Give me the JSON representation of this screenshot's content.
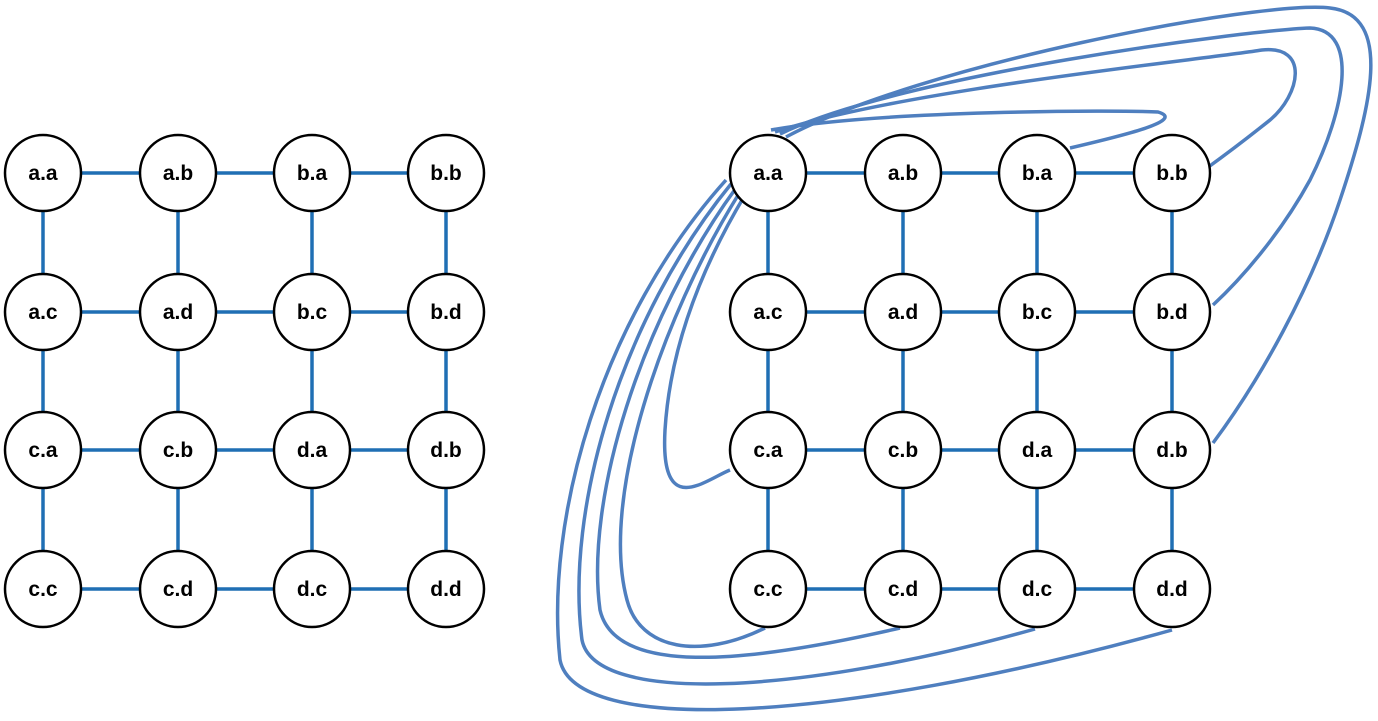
{
  "colors": {
    "grid_edge": "#1f6fb4",
    "wrap_edge": "#4f7fbf",
    "node_fill": "#ffffff",
    "node_stroke": "#000000"
  },
  "graphs": [
    {
      "id": "mesh",
      "rows": [
        [
          "a.a",
          "a.b",
          "b.a",
          "b.b"
        ],
        [
          "a.c",
          "a.d",
          "b.c",
          "b.d"
        ],
        [
          "c.a",
          "c.b",
          "d.a",
          "d.b"
        ],
        [
          "c.c",
          "c.d",
          "d.c",
          "d.d"
        ]
      ],
      "extra_edges": []
    },
    {
      "id": "mesh-with-long-links",
      "rows": [
        [
          "a.a",
          "a.b",
          "b.a",
          "b.b"
        ],
        [
          "a.c",
          "a.d",
          "b.c",
          "b.d"
        ],
        [
          "c.a",
          "c.b",
          "d.a",
          "d.b"
        ],
        [
          "c.c",
          "c.d",
          "d.c",
          "d.d"
        ]
      ],
      "extra_edges": [
        [
          "a.a",
          "b.a"
        ],
        [
          "a.a",
          "b.b"
        ],
        [
          "a.a",
          "b.d"
        ],
        [
          "a.a",
          "d.b"
        ],
        [
          "a.a",
          "c.a"
        ],
        [
          "a.a",
          "c.c"
        ],
        [
          "a.a",
          "c.d"
        ],
        [
          "a.a",
          "d.c"
        ],
        [
          "a.a",
          "d.d"
        ]
      ]
    }
  ]
}
